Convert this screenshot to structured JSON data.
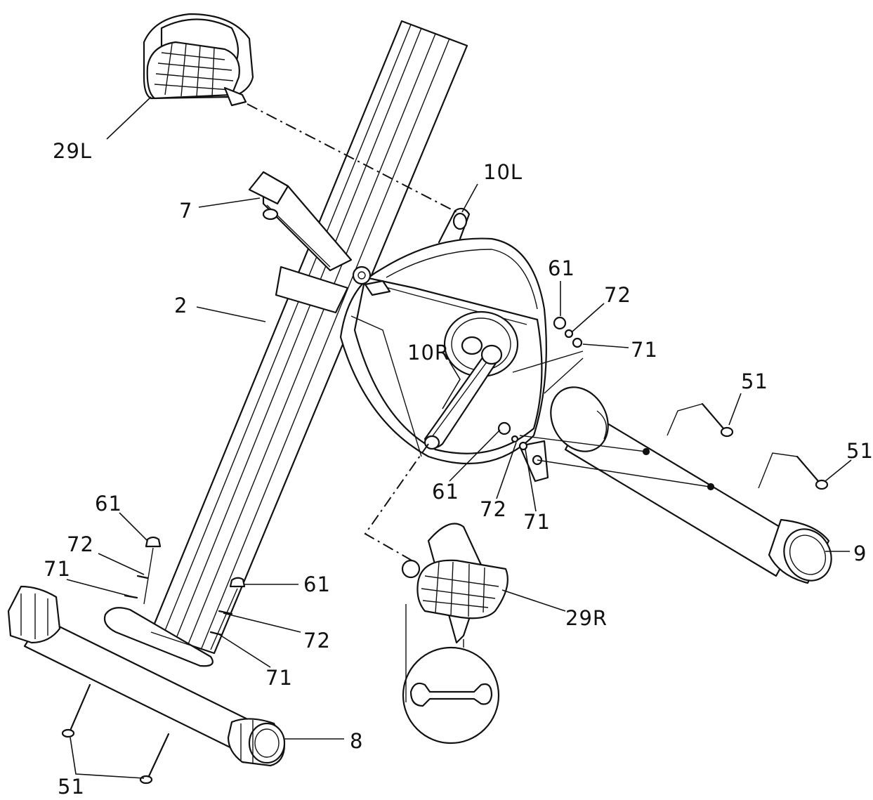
{
  "labels": {
    "p29L": "29L",
    "p10L": "10L",
    "p7": "7",
    "p2": "2",
    "p61_top": "61",
    "p72_top": "72",
    "p71_top": "71",
    "p10R": "10R",
    "p51_a": "51",
    "p51_b": "51",
    "p61_mid": "61",
    "p72_mid": "72",
    "p71_mid": "71",
    "p9": "9",
    "p61_left": "61",
    "p72_left": "72",
    "p71_left": "71",
    "p61_right": "61",
    "p72_right": "72",
    "p71_right": "71",
    "p29R": "29R",
    "p8": "8",
    "p51_bottom": "51"
  },
  "colors": {
    "line": "#111111",
    "background": "#ffffff"
  },
  "icons": {
    "tool": "wrench-icon"
  }
}
